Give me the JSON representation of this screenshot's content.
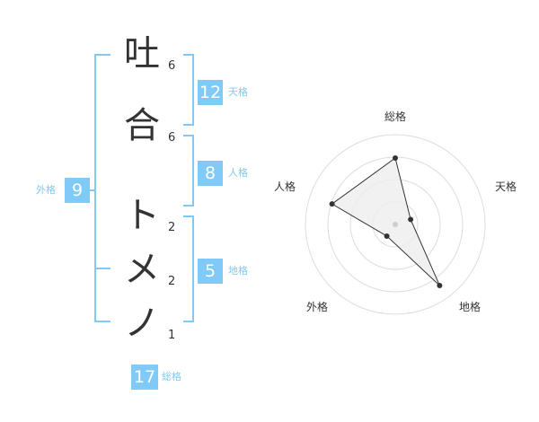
{
  "name": {
    "chars": [
      {
        "char": "吐",
        "strokes": "6"
      },
      {
        "char": "合",
        "strokes": "6"
      },
      {
        "char": "ト",
        "strokes": "2"
      },
      {
        "char": "メ",
        "strokes": "2"
      },
      {
        "char": "ノ",
        "strokes": "1"
      }
    ]
  },
  "kakusu": {
    "tenkaku": {
      "value": "12",
      "label": "天格"
    },
    "jinkaku": {
      "value": "8",
      "label": "人格"
    },
    "chikaku": {
      "value": "5",
      "label": "地格"
    },
    "gaikaku": {
      "value": "9",
      "label": "外格"
    },
    "soukaku": {
      "value": "17",
      "label": "総格"
    }
  },
  "chart_data": {
    "type": "radar",
    "axes": [
      "総格",
      "天格",
      "地格",
      "外格",
      "人格"
    ],
    "values": [
      0.74,
      0.18,
      0.84,
      0.16,
      0.74
    ],
    "range": [
      0,
      1
    ],
    "rings": 4
  },
  "colors": {
    "accent": "#7fcaf7",
    "text": "#333333",
    "grid": "#dddddd",
    "polygon_fill": "#eeeeee",
    "polygon_stroke": "#333333"
  }
}
